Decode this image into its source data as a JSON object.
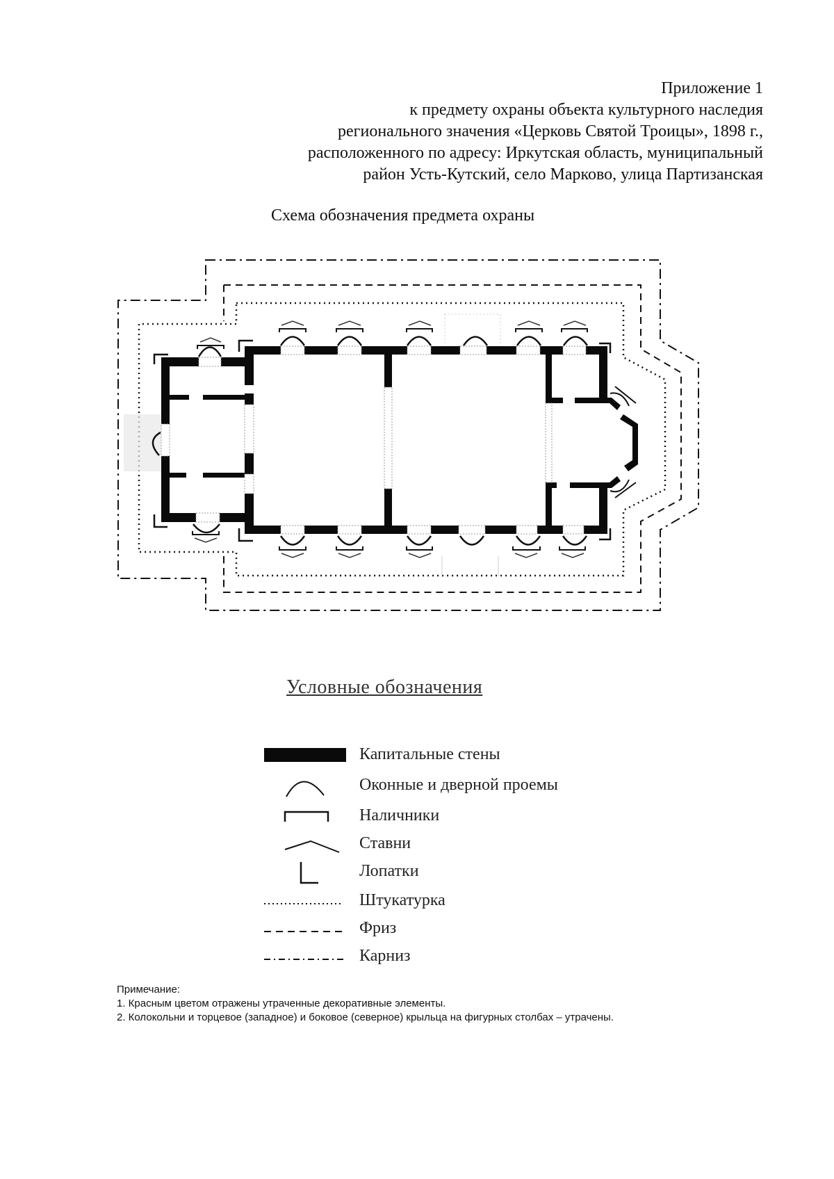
{
  "header": {
    "lines": [
      "Приложение 1",
      "к предмету охраны объекта культурного наследия",
      "регионального значения «Церковь Святой Троицы», 1898 г.,",
      "расположенного по адресу: Иркутская область, муниципальный",
      "район Усть-Кутский, село Марково, улица Партизанская"
    ]
  },
  "scheme_title": "Схема обозначения предмета охраны",
  "legend": {
    "title": "Условные обозначения",
    "items": [
      {
        "symbol": "capital-wall-symbol",
        "label": "Капитальные стены"
      },
      {
        "symbol": "opening-arc-symbol",
        "label": "Оконные и дверной проемы"
      },
      {
        "symbol": "trim-bracket-symbol",
        "label": "Наличники"
      },
      {
        "symbol": "shutter-chevron-symbol",
        "label": "Ставни"
      },
      {
        "symbol": "pilaster-corner-symbol",
        "label": "Лопатки"
      },
      {
        "symbol": "dotted-line-symbol",
        "label": "Штукатурка"
      },
      {
        "symbol": "dashed-line-symbol",
        "label": "Фриз"
      },
      {
        "symbol": "dash-dot-line-symbol",
        "label": "Карниз"
      }
    ]
  },
  "notes": {
    "title": "Примечание:",
    "items": [
      "1. Красным цветом отражены утраченные декоративные элементы.",
      "2. Колокольни и торцевое (западное) и боковое (северное) крыльца на фигурных столбах – утрачены."
    ]
  },
  "colors": {
    "ink": "#111111",
    "wall": "#0a0a0a",
    "faded": "#bbbbbb"
  }
}
